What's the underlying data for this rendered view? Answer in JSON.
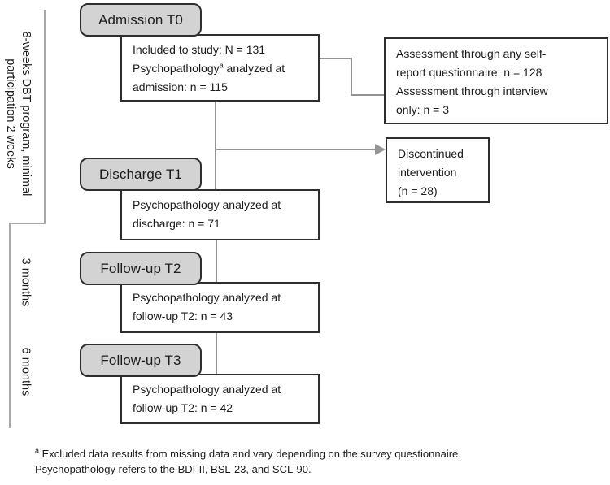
{
  "figure_type": "study-flow-diagram",
  "colors": {
    "stage_box_fill": "#d3d3d3",
    "box_border": "#2e2e2e",
    "connector_gray": "#949494",
    "bracket_gray": "#a8a8a8",
    "text": "#1c1c1c",
    "background": "#ffffff"
  },
  "timeline": {
    "dbt_label_line1": "8-weeks DBT program, minimal",
    "dbt_label_line2": "participation 2 weeks",
    "three_months_label": "3 months",
    "six_months_label": "6 months"
  },
  "stages": {
    "admission": {
      "title": "Admission T0",
      "line1": "Included to study: N = 131",
      "line2_pre": "Psychopathology",
      "line2_sup": "a",
      "line2_post": " analyzed at",
      "line3": "admission: n = 115"
    },
    "discharge": {
      "title": "Discharge T1",
      "line1": "Psychopathology analyzed at",
      "line2": "discharge: n = 71"
    },
    "followup2": {
      "title": "Follow-up T2",
      "line1": "Psychopathology analyzed at",
      "line2": "follow-up T2: n = 43"
    },
    "followup3": {
      "title": "Follow-up T3",
      "line1": "Psychopathology analyzed at",
      "line2": "follow-up T2: n = 42"
    }
  },
  "side_boxes": {
    "assessment": {
      "line1": "Assessment through any self-",
      "line2": "report questionnaire: n = 128",
      "line3": "Assessment through interview",
      "line4": "only: n = 3"
    },
    "discontinued": {
      "line1": "Discontinued",
      "line2": "intervention",
      "line3": "(n = 28)"
    }
  },
  "footnote": {
    "sup": "a",
    "line1": " Excluded data results from missing data and vary depending on the survey questionnaire.",
    "line2": "Psychopathology refers to the BDI-II, BSL-23, and SCL-90."
  }
}
